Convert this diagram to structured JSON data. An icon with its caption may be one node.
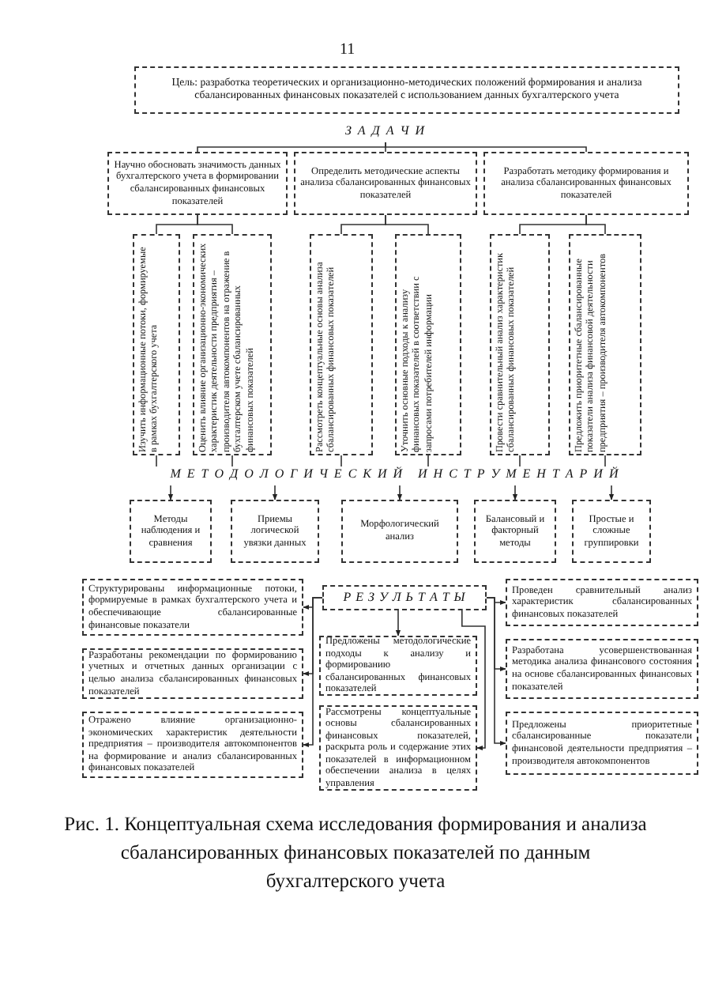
{
  "diagram": {
    "caption": "Рис. 1. Концептуальная схема исследования формирования и анализа сбалансированных финансовых показателей по данным бухгалтерского учета",
    "nodes": [
      {
        "text": [
          "Цель: разработка теоретических и организационно-методических положений формирования и анализа сбалансированных финансовых показателей с использованием данных бухгалтерского учета"
        ]
      },
      {
        "text": [
          "З А Д А Ч И"
        ]
      },
      {
        "text": [
          "Научно обосновать значимость данных бухгалтерского учета в формировании сбалансированных финансовых показателей"
        ]
      },
      {
        "text": [
          "Определить методические аспекты анализа сбалансированных финансовых показателей"
        ]
      },
      {
        "text": [
          "Разработать методику формирования и анализа сбалансированных финансовых показателей"
        ]
      },
      {
        "text": [
          "Изучить информационные потоки, формируемые в рамках бухгалтерского учета"
        ]
      },
      {
        "text": [
          "Оценить влияние организационно-экономических характеристик деятельности предприятия – производителя автокомпонентов на отражение в бухгалтерском учете сбалансированных финансовых показателей"
        ]
      },
      {
        "text": [
          "Рассмотреть концептуальные основы анализа сбалансированных финансовых показателей"
        ]
      },
      {
        "text": [
          "Уточнить основные подходы к анализу финансовых показателей в соответствии с запросами потребителей информации"
        ]
      },
      {
        "text": [
          "Провести сравнительный анализ характеристик сбалансированных финансовых показателей"
        ]
      },
      {
        "text": [
          "Предложить приоритетные сбалансированные показатели анализа финансовой деятельности предприятия – производителя автокомпонентов"
        ]
      },
      {
        "text": [
          "М Е Т О Д О Л О Г И Ч Е С К И Й   И Н С Т Р У М Е Н Т А Р И Й"
        ]
      },
      {
        "text": [
          "Методы наблюдения и сравнения"
        ]
      },
      {
        "text": [
          "Приемы логической увязки данных"
        ]
      },
      {
        "text": [
          "Морфологический анализ"
        ]
      },
      {
        "text": [
          "Балансовый и факторный методы"
        ]
      },
      {
        "text": [
          "Простые и сложные группировки"
        ]
      },
      {
        "text": [
          "Р Е З У Л Ь Т А Т Ы"
        ]
      },
      {
        "text": [
          "Структурированы информационные потоки, формируемые в рамках бухгалтерского учета и обеспечивающие сбалансированные финансовые показатели"
        ]
      },
      {
        "text": [
          "Разработаны рекомендации по формированию учетных и отчетных данных организации с целью анализа сбалансированных финансовых показателей"
        ]
      },
      {
        "text": [
          "Отражено влияние организационно-экономических характеристик деятельности предприятия – производителя автокомпонентов на формирование и анализ сбалансированных финансовых показателей"
        ]
      },
      {
        "text": [
          "Предложены методологические подходы к анализу и формированию сбалансированных финансовых показателей"
        ]
      },
      {
        "text": [
          "Рассмотрены концептуальные основы сбалансированных финансовых показателей, раскрыта роль и содержание этих показателей в информационном обеспечении анализа в целях управления"
        ]
      },
      {
        "text": [
          "Проведен сравнительный анализ характеристик сбалансированных финансовых показателей"
        ]
      },
      {
        "text": [
          "Разработана усовершенствованная методика анализа финансового состояния на основе сбалансированных финансовых показателей"
        ]
      },
      {
        "text": [
          "Предложены приоритетные сбалансированные показатели финансовой деятельности предприятия – производителя автокомпонентов"
        ]
      }
    ],
    "edges": [
      {
        "from": 1,
        "to": 2,
        "arrow": "none"
      },
      {
        "from": 1,
        "to": 3,
        "arrow": "none"
      },
      {
        "from": 1,
        "to": 4,
        "arrow": "none"
      },
      {
        "from": 2,
        "to": 5,
        "arrow": "none"
      },
      {
        "from": 2,
        "to": 6,
        "arrow": "none"
      },
      {
        "from": 3,
        "to": 7,
        "arrow": "none"
      },
      {
        "from": 3,
        "to": 8,
        "arrow": "none"
      },
      {
        "from": 4,
        "to": 9,
        "arrow": "none"
      },
      {
        "from": 4,
        "to": 10,
        "arrow": "none"
      },
      {
        "from": 5,
        "to": 11,
        "arrow": "none"
      },
      {
        "from": 6,
        "to": 11,
        "arrow": "none"
      },
      {
        "from": 7,
        "to": 11,
        "arrow": "none"
      },
      {
        "from": 8,
        "to": 11,
        "arrow": "none"
      },
      {
        "from": 9,
        "to": 11,
        "arrow": "none"
      },
      {
        "from": 10,
        "to": 11,
        "arrow": "none"
      },
      {
        "from": 11,
        "to": 12,
        "arrow": "to"
      },
      {
        "from": 11,
        "to": 13,
        "arrow": "to"
      },
      {
        "from": 11,
        "to": 14,
        "arrow": "to"
      },
      {
        "from": 11,
        "to": 15,
        "arrow": "to"
      },
      {
        "from": 11,
        "to": 16,
        "arrow": "to"
      },
      {
        "from": 17,
        "to": 18,
        "arrow": "to"
      },
      {
        "from": 17,
        "to": 19,
        "arrow": "to"
      },
      {
        "from": 17,
        "to": 20,
        "arrow": "to"
      },
      {
        "from": 17,
        "to": 21,
        "arrow": "to"
      },
      {
        "from": 17,
        "to": 22,
        "arrow": "to"
      },
      {
        "from": 17,
        "to": 23,
        "arrow": "to"
      },
      {
        "from": 17,
        "to": 24,
        "arrow": "to"
      },
      {
        "from": 17,
        "to": 25,
        "arrow": "to"
      }
    ],
    "labels": [
      "11"
    ]
  }
}
